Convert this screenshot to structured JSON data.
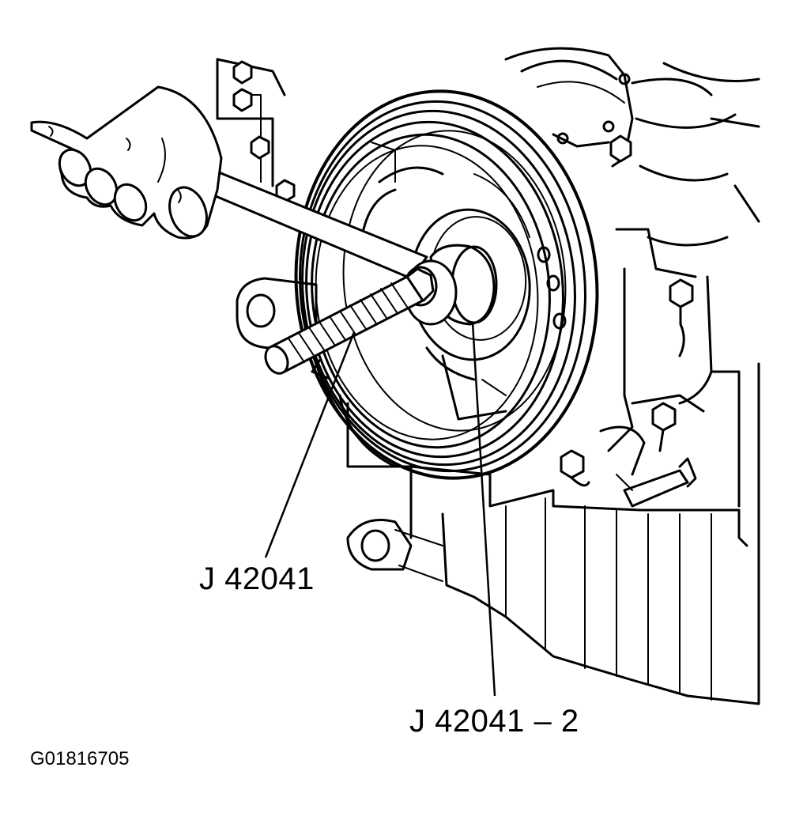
{
  "figure": {
    "callouts": [
      {
        "id": "tool-main",
        "label": "J 42041"
      },
      {
        "id": "tool-adapter",
        "label": "J 42041 – 2"
      }
    ],
    "figure_id": "G01816705"
  },
  "colors": {
    "ink": "#000000",
    "paper": "#ffffff"
  }
}
